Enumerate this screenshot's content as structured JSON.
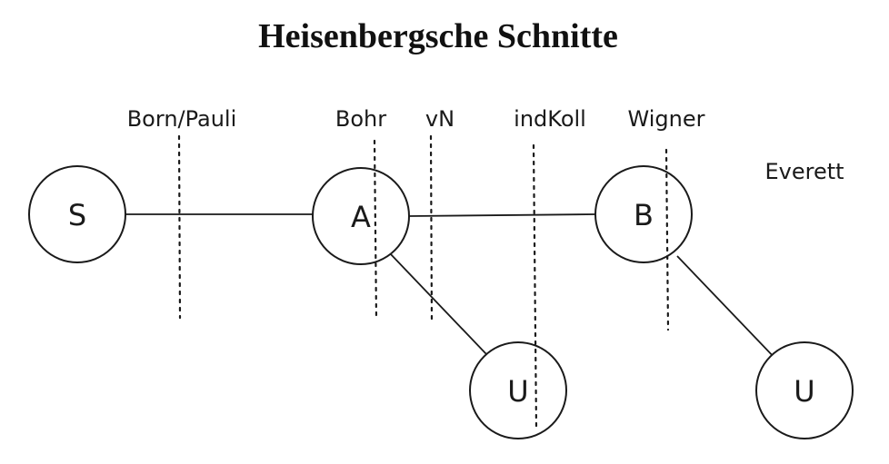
{
  "title": "Heisenbergsche Schnitte",
  "cuts": [
    {
      "id": "born-pauli",
      "label": "Born/Pauli"
    },
    {
      "id": "bohr",
      "label": "Bohr"
    },
    {
      "id": "vn",
      "label": "vN"
    },
    {
      "id": "indkoll",
      "label": "indKoll"
    },
    {
      "id": "wigner",
      "label": "Wigner"
    },
    {
      "id": "everett",
      "label": "Everett"
    }
  ],
  "nodes": [
    {
      "id": "s",
      "label": "S"
    },
    {
      "id": "a",
      "label": "A"
    },
    {
      "id": "b",
      "label": "B"
    },
    {
      "id": "u1",
      "label": "U"
    },
    {
      "id": "u2",
      "label": "U"
    }
  ]
}
